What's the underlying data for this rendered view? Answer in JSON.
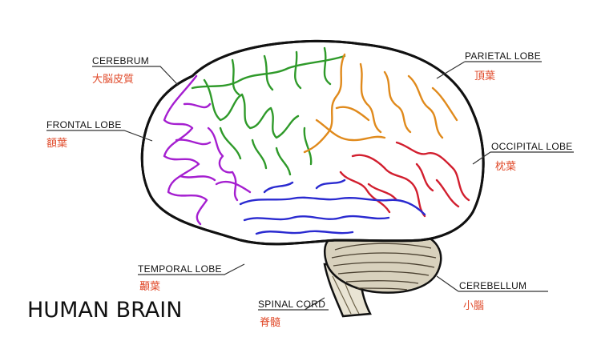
{
  "title": "HUMAN BRAIN",
  "colors": {
    "outline": "#111111",
    "frontal": "#a51fd0",
    "cerebrum": "#2f9a2a",
    "parietal": "#e08a1c",
    "occipital": "#d21f2f",
    "temporal": "#2a2ad0",
    "cerebellum": "#4a4030",
    "label_jp": "#e04a2a"
  },
  "labels": {
    "cerebrum": {
      "en": "CEREBRUM",
      "jp": "大脳皮質"
    },
    "frontal": {
      "en": "FRONTAL LOBE",
      "jp": "額葉"
    },
    "parietal": {
      "en": "PARIETAL LOBE",
      "jp": "頂葉"
    },
    "occipital": {
      "en": "OCCIPITAL LOBE",
      "jp": "枕葉"
    },
    "temporal": {
      "en": "TEMPORAL LOBE",
      "jp": "顳葉"
    },
    "cerebellum": {
      "en": "CEREBELLUM",
      "jp": "小腦"
    },
    "spinal": {
      "en": "SPINAL CORD",
      "jp": "脊髓"
    }
  }
}
